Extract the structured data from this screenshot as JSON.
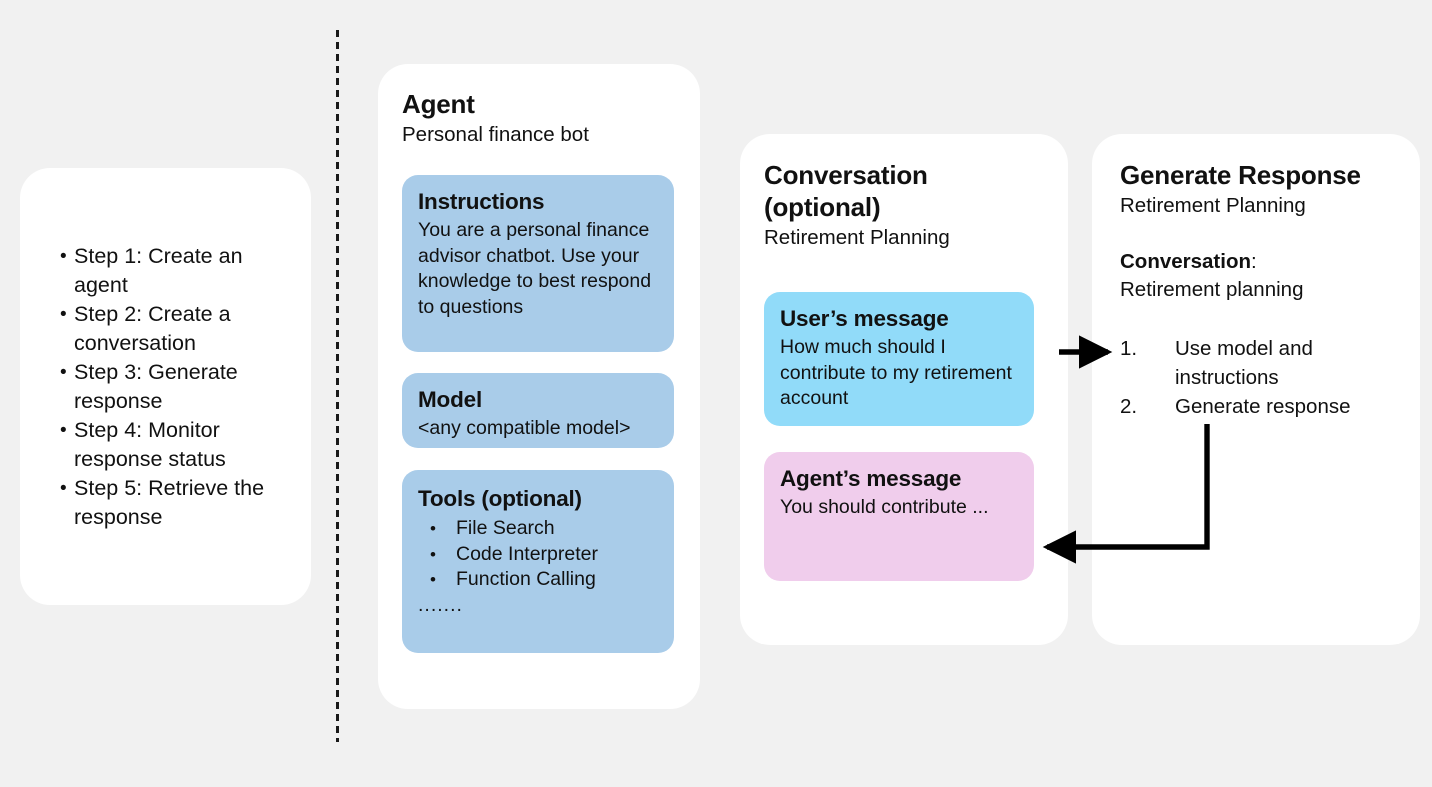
{
  "diagram": {
    "title": "Agent, Conversation and Generate Response flow",
    "background_color": "#f1f1f1",
    "card_color": "#ffffff",
    "blue_box_color": "#a9cce9",
    "cyan_box_color": "#91dbf9",
    "pink_box_color": "#f0cdec",
    "arrow_color": "#000000"
  },
  "steps": {
    "bullet": "•",
    "items": [
      "Step 1: Create an agent",
      "Step 2: Create a conversation",
      "Step 3: Generate response",
      "Step 4: Monitor response status",
      "Step 5: Retrieve the response"
    ]
  },
  "agent": {
    "title": "Agent",
    "subtitle": "Personal finance bot",
    "instructions": {
      "title": "Instructions",
      "body": "You are a personal finance advisor chatbot. Use your knowledge to best respond to questions"
    },
    "model": {
      "title": "Model",
      "body": "<any compatible model>"
    },
    "tools": {
      "title": "Tools (optional)",
      "bullet": "•",
      "items": [
        "File Search",
        "Code Interpreter",
        "Function Calling"
      ],
      "ellipsis": "......."
    }
  },
  "conversation": {
    "title_line1": "Conversation",
    "title_line2": "(optional)",
    "subtitle": "Retirement Planning",
    "user_message": {
      "title": "User’s message",
      "body": "How much should I contribute to my retirement account"
    },
    "agent_message": {
      "title": "Agent’s message",
      "body": "You should contribute ..."
    }
  },
  "generate_response": {
    "title": "Generate Response",
    "subtitle": "Retirement Planning",
    "conversation_label": "Conversation",
    "conversation_label_colon": ":",
    "conversation_value": "Retirement planning",
    "steps": [
      {
        "num": "1.",
        "text": "Use model and instructions"
      },
      {
        "num": "2.",
        "text": "Generate response"
      }
    ]
  }
}
